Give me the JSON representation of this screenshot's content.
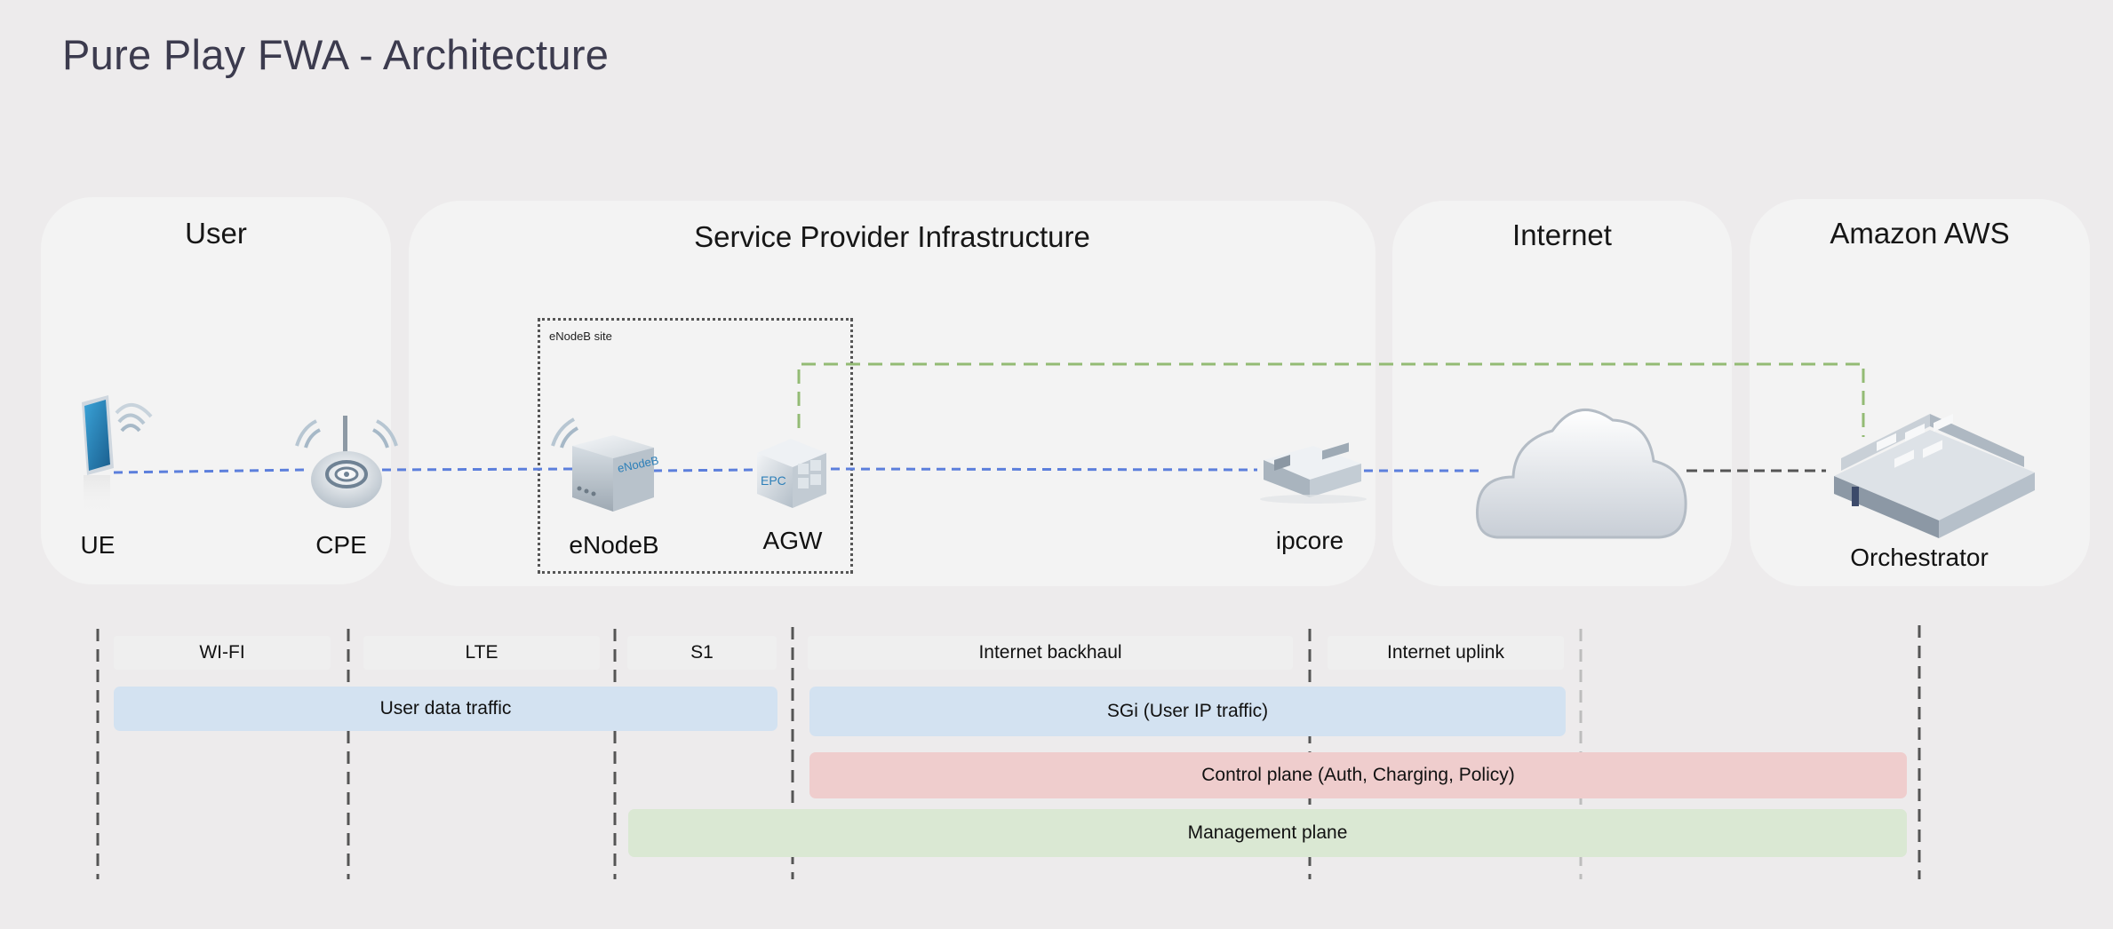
{
  "title": "Pure Play FWA - Architecture",
  "panels": {
    "user": "User",
    "sp": "Service Provider Infrastructure",
    "internet": "Internet",
    "aws": "Amazon AWS"
  },
  "site_label": "eNodeB site",
  "nodes": {
    "ue": "UE",
    "cpe": "CPE",
    "enodeb": "eNodeB",
    "agw": "AGW",
    "ipcore": "ipcore",
    "orchestrator": "Orchestrator"
  },
  "icon_text": {
    "enodeb_badge": "eNodeB",
    "agw_badge": "EPC"
  },
  "segments": {
    "wifi": "WI-FI",
    "lte": "LTE",
    "s1": "S1",
    "backhaul": "Internet backhaul",
    "uplink": "Internet uplink"
  },
  "bands": {
    "user_data": "User data traffic",
    "sgi": "SGi (User IP traffic)",
    "control": "Control plane (Auth, Charging, Policy)",
    "management": "Management plane"
  },
  "colors": {
    "background": "#edebec",
    "panel": "#f3f3f3",
    "data_link": "#5c7fdc",
    "management_link": "#93bb74",
    "internet_link": "#555555",
    "user_band": "#d3e2f1",
    "control_band": "#efcdcd",
    "management_band": "#dae8d3"
  }
}
